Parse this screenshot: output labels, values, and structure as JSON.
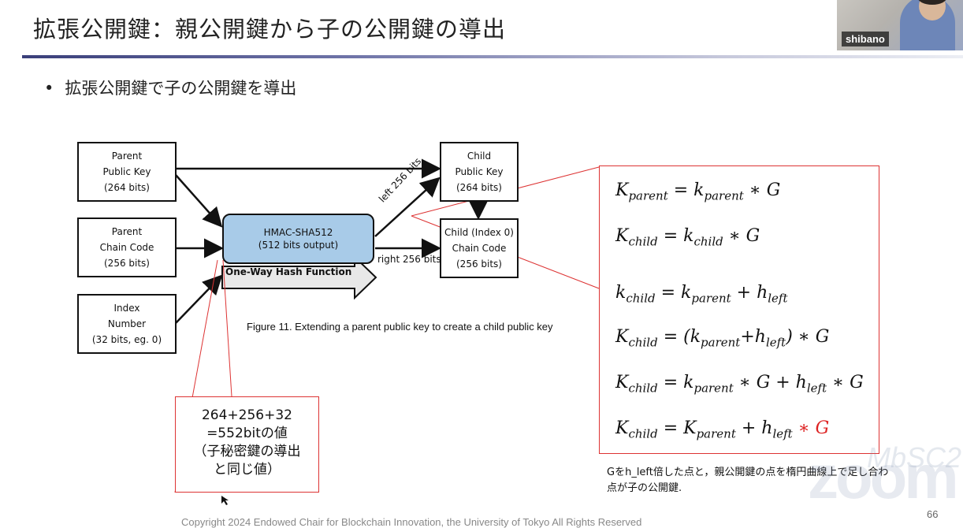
{
  "slide": {
    "title": "拡張公開鍵：親公開鍵から子の公開鍵の導出",
    "bullet": "拡張公開鍵で子の公開鍵を導出"
  },
  "video": {
    "participant_name": "shibano"
  },
  "diagram": {
    "parent_public_key": [
      "Parent",
      "Public Key",
      "(264 bits)"
    ],
    "parent_chain_code": [
      "Parent",
      "Chain Code",
      "(256 bits)"
    ],
    "index_number": [
      "Index",
      "Number",
      "(32 bits, eg. 0)"
    ],
    "hmac": [
      "HMAC-SHA512",
      "(512 bits output)"
    ],
    "one_way": "One-Way Hash Function",
    "child_public_key": [
      "Child",
      "Public Key",
      "(264 bits)"
    ],
    "child_chain_code": [
      "Child (Index 0)",
      "Chain Code",
      "(256 bits)"
    ],
    "left_label": "left 256 bits",
    "right_label": "right 256 bits",
    "caption": "Figure 11. Extending a parent public key to create a child public key"
  },
  "callout": [
    "264+256+32",
    "=552bitの値",
    "（子秘密鍵の導出",
    "と同じ値）"
  ],
  "note": [
    "Gをh_left倍した点と，親公開鍵の点を楕円曲線上で足し合わ",
    "点が子の公開鍵."
  ],
  "footer": {
    "copyright": "Copyright 2024 Endowed Chair for Blockchain Innovation, the University of Tokyo All Rights Reserved",
    "page": "66"
  },
  "colors": {
    "accent_red": "#d22",
    "hmac_fill": "#a8cbe8"
  }
}
